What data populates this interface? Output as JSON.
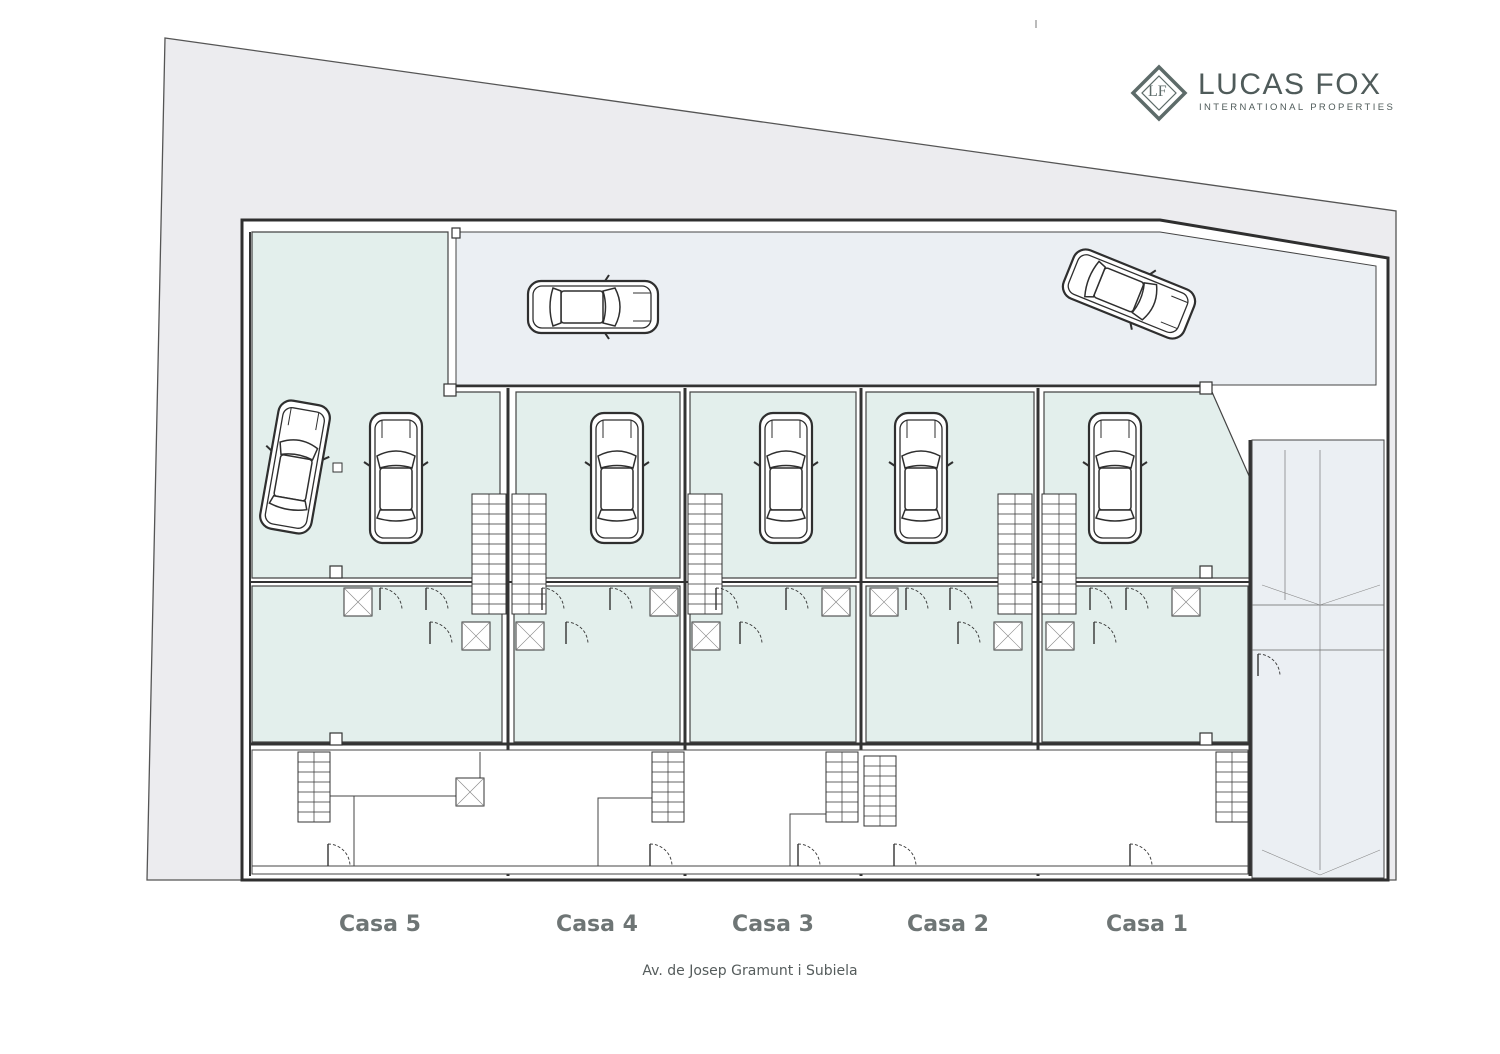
{
  "brand": {
    "name": "LUCAS FOX",
    "tagline": "INTERNATIONAL PROPERTIES",
    "monogram": "LF",
    "icon": "diamond-logo-icon"
  },
  "colors": {
    "accent": "#5d6b69",
    "unit_fill": "#e3efec",
    "common_fill": "#ebeff3",
    "outer_fill": "#ececef",
    "wall": "#333333"
  },
  "houses": [
    {
      "label": "Casa 5"
    },
    {
      "label": "Casa 4"
    },
    {
      "label": "Casa 3"
    },
    {
      "label": "Casa 2"
    },
    {
      "label": "Casa 1"
    }
  ],
  "street": {
    "name": "Av. de Josep Gramunt i Subiela"
  }
}
